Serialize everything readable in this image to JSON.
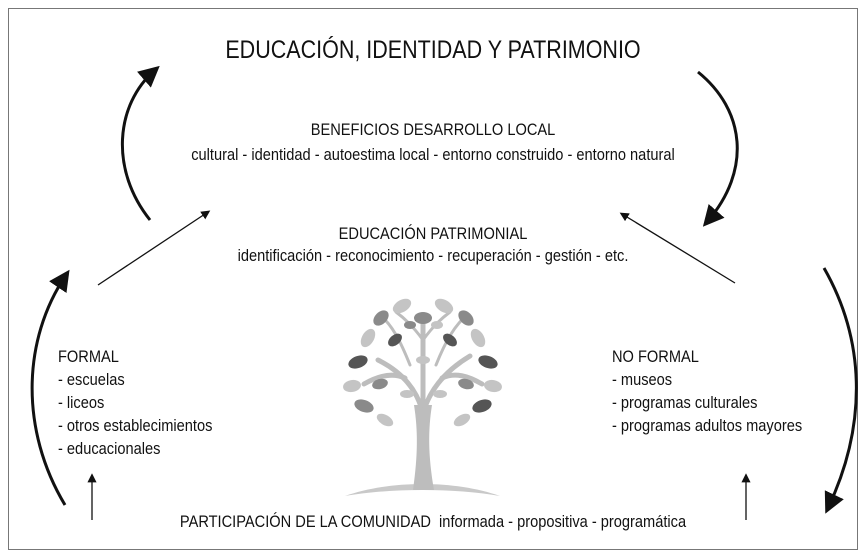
{
  "diagram": {
    "title": "EDUCACIÓN, IDENTIDAD Y PATRIMONIO",
    "benefits": {
      "heading": "BENEFICIOS DESARROLLO LOCAL",
      "items": "cultural - identidad - autoestima local - entorno construido - entorno natural"
    },
    "heritage_education": {
      "heading": "EDUCACIÓN PATRIMONIAL",
      "items": "identificación - reconocimiento - recuperación - gestión - etc."
    },
    "formal": {
      "heading": "FORMAL",
      "items": [
        "- escuelas",
        "- liceos",
        "- otros establecimientos",
        "- educacionales"
      ]
    },
    "non_formal": {
      "heading": "NO FORMAL",
      "items": [
        "- museos",
        "- programas culturales",
        "- programas adultos mayores"
      ]
    },
    "community": {
      "label": "PARTICIPACIÓN DE LA COMUNIDAD",
      "qualifiers": "informada - propositiva - programática"
    },
    "tree_icon": "tree-icon",
    "colors": {
      "ink": "#111111",
      "tree_dark": "#555555",
      "tree_mid": "#8a8a8a",
      "tree_light": "#c4c4c4"
    }
  }
}
